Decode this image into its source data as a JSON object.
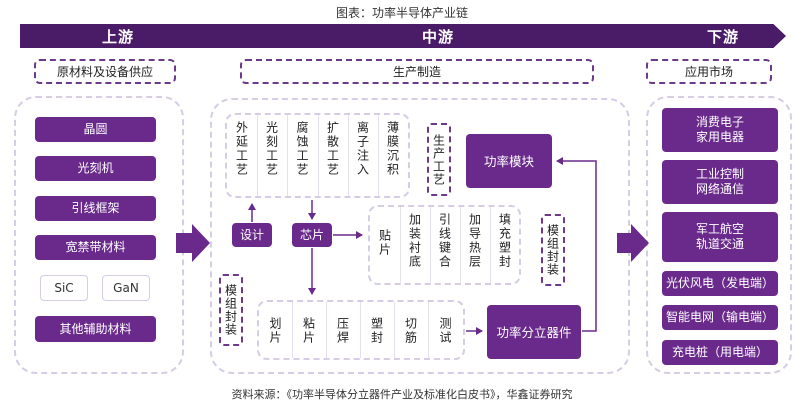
{
  "title": "图表：功率半导体产业链",
  "source": "资料来源：《功率半导体分立器件产业及标准化白皮书》，华鑫证券研究",
  "stages": {
    "upstream": "上游",
    "midstream": "中游",
    "downstream": "下游"
  },
  "section_labels": {
    "upstream": "原材料及设备供应",
    "midstream": "生产制造",
    "downstream": "应用市场"
  },
  "upstream_items": [
    "晶圆",
    "光刻机",
    "引线框架",
    "宽禁带材料"
  ],
  "wide_bandgap": [
    "SiC",
    "GaN"
  ],
  "upstream_other": "其他辅助材料",
  "process": {
    "label": "生产工艺",
    "steps": [
      "外延工艺",
      "光刻工艺",
      "腐蚀工艺",
      "扩散工艺",
      "离子注入",
      "薄膜沉积"
    ]
  },
  "design": "设计",
  "chip": "芯片",
  "module": "功率模块",
  "discrete": "功率分立器件",
  "module_packaging": {
    "label": "模组封装",
    "steps": [
      "贴片",
      "加装衬底",
      "引线键合",
      "加导热层",
      "填充塑封"
    ]
  },
  "die_packaging": {
    "label": "模组封装",
    "steps": [
      "划片",
      "粘片",
      "压焊",
      "塑封",
      "切筋",
      "测试"
    ]
  },
  "applications": [
    "消费电子\n家用电器",
    "工业控制\n网络通信",
    "军工航空\n轨道交通",
    "光伏风电（发电端）",
    "智能电网（输电端）",
    "充电桩（用电端）"
  ]
}
